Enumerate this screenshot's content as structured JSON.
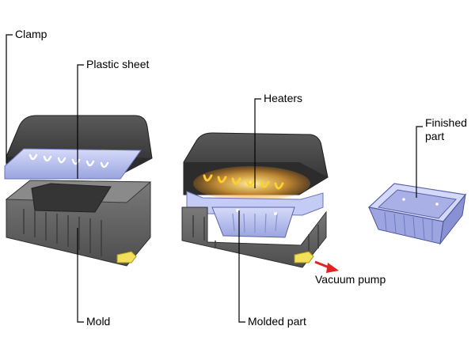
{
  "labels": {
    "clamp": "Clamp",
    "plastic_sheet": "Plastic sheet",
    "heaters": "Heaters",
    "finished_part_line1": "Finished",
    "finished_part_line2": "part",
    "vacuum_pump": "Vacuum pump",
    "mold": "Mold",
    "molded_part": "Molded part"
  },
  "colors": {
    "background": "#ffffff",
    "clamp_dark": "#3a3a3a",
    "mold_gray": "#6e6e6e",
    "plastic_blue": "#b7bfef",
    "heater_glow": "#ffd23a",
    "vacuum_arrow": "#e32222",
    "fitting_yellow": "#f2df5a",
    "leader_line": "#000000"
  }
}
